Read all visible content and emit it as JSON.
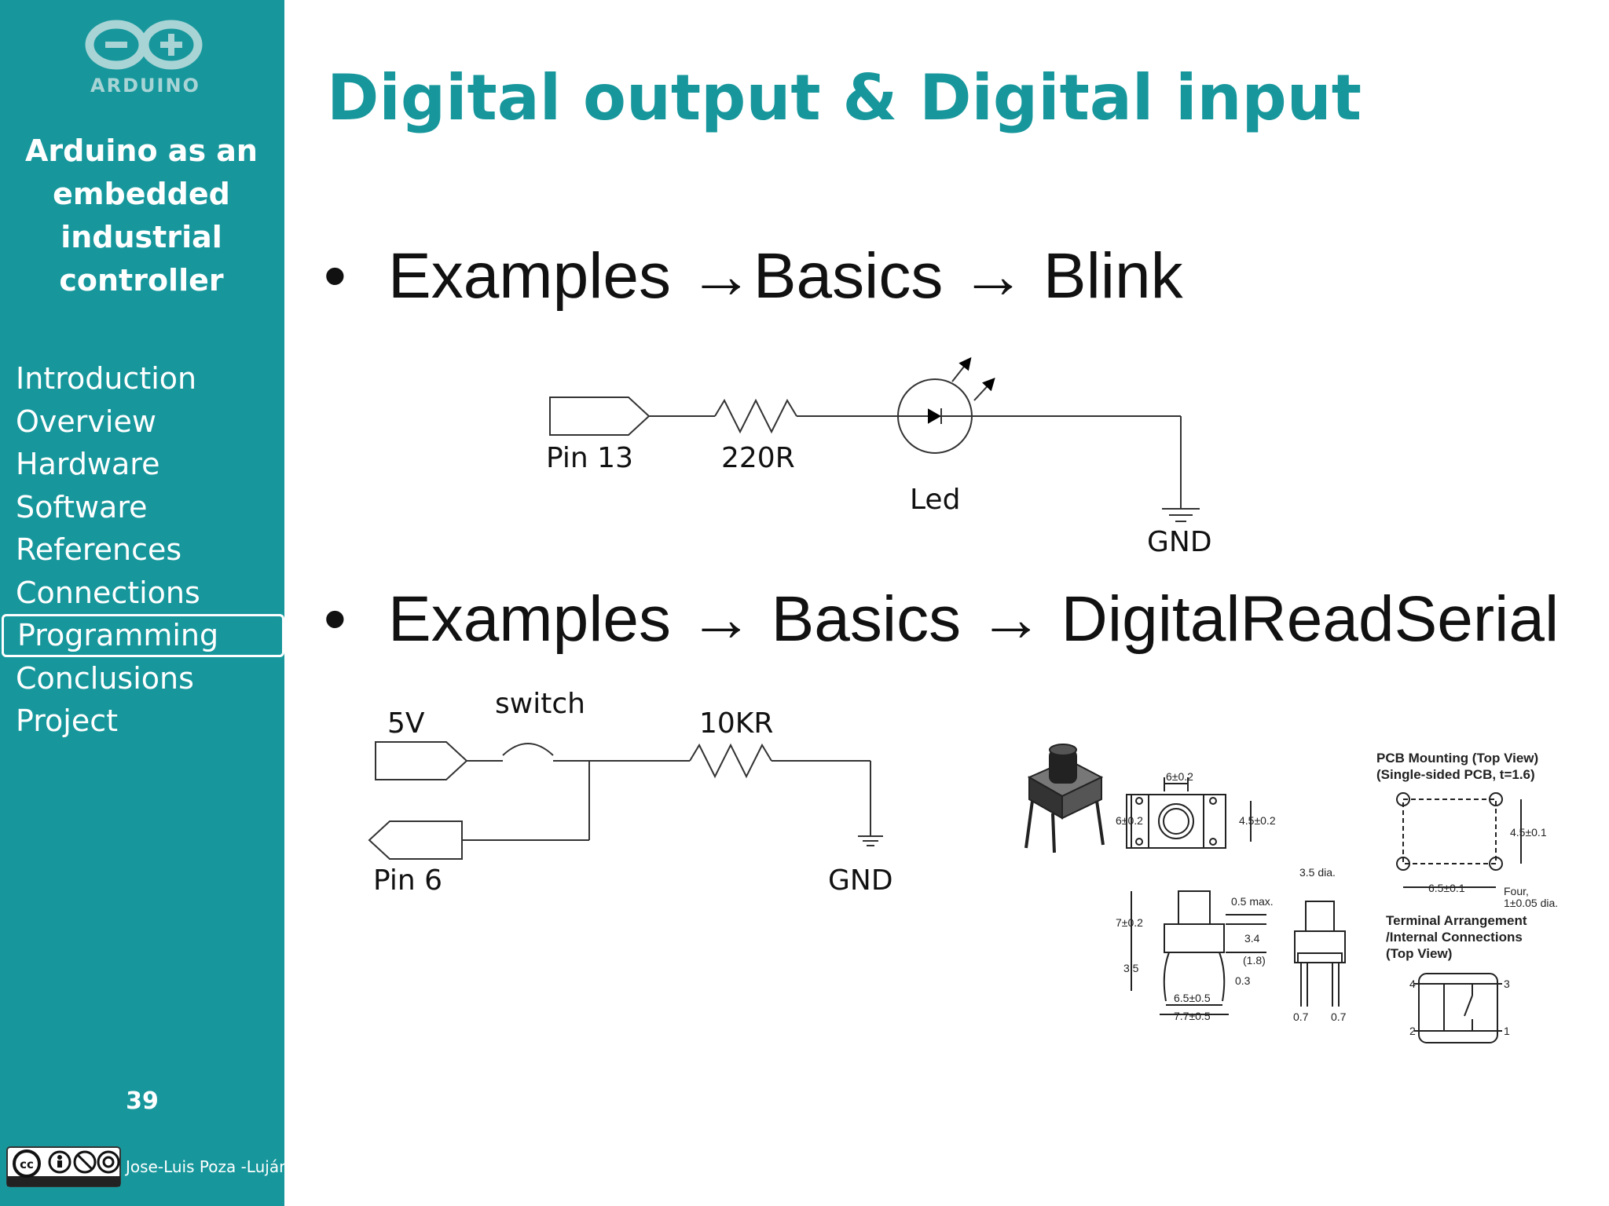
{
  "sidebar": {
    "logo_text": "ARDUINO",
    "course_title_lines": [
      "Arduino as an",
      "embedded",
      "industrial",
      "controller"
    ],
    "nav": [
      {
        "label": "Introduction",
        "active": false
      },
      {
        "label": "Overview",
        "active": false
      },
      {
        "label": "Hardware",
        "active": false
      },
      {
        "label": "Software",
        "active": false
      },
      {
        "label": "References",
        "active": false
      },
      {
        "label": "Connections",
        "active": false
      },
      {
        "label": "Programming",
        "active": true
      },
      {
        "label": "Conclusions",
        "active": false
      },
      {
        "label": "Project",
        "active": false
      }
    ],
    "page_number": "39",
    "license_badge": "cc-by-nc-sa-badge",
    "author": "Jose-Luis Poza -Luján"
  },
  "slide": {
    "title": "Digital output & Digital input",
    "bullet_char": "•",
    "bullets": [
      "Examples →Basics → Blink",
      "Examples → Basics → DigitalReadSerial"
    ]
  },
  "blink_circuit": {
    "pin_label": "Pin 13",
    "resistor_label": "220R",
    "led_label": "Led",
    "gnd_label": "GND"
  },
  "button_circuit": {
    "supply_label": "5V",
    "switch_label": "switch",
    "resistor_label": "10KR",
    "pin_label": "Pin 6",
    "gnd_label": "GND"
  },
  "datasheet": {
    "dim_width": "6±0.2",
    "dim_height": "6±0.2",
    "dim_pin_spacing_y": "4.5±0.2",
    "dim_body_height": "7±0.2",
    "dim_lead_length": "3.5",
    "dim_max": "0.5 max.",
    "dim_34": "3.4",
    "dim_18": "(1.8)",
    "dim_03": "0.3",
    "dim_65": "6.5±0.5",
    "dim_77": "7.7±0.5",
    "dim_35dia": "3.5 dia.",
    "dim_07a": "0.7",
    "dim_07b": "0.7",
    "pcb_title_1": "PCB Mounting (Top View)",
    "pcb_title_2": "(Single-sided PCB, t=1.6)",
    "pcb_dim_y": "4.5±0.1",
    "pcb_dim_x": "6.5±0.1",
    "pcb_holes_1": "Four,",
    "pcb_holes_2": "1±0.05 dia.",
    "terminal_1": "Terminal Arrangement",
    "terminal_2": "/Internal Connections",
    "terminal_3": "(Top View)",
    "term_4": "4",
    "term_3": "3",
    "term_2": "2",
    "term_1": "1"
  }
}
